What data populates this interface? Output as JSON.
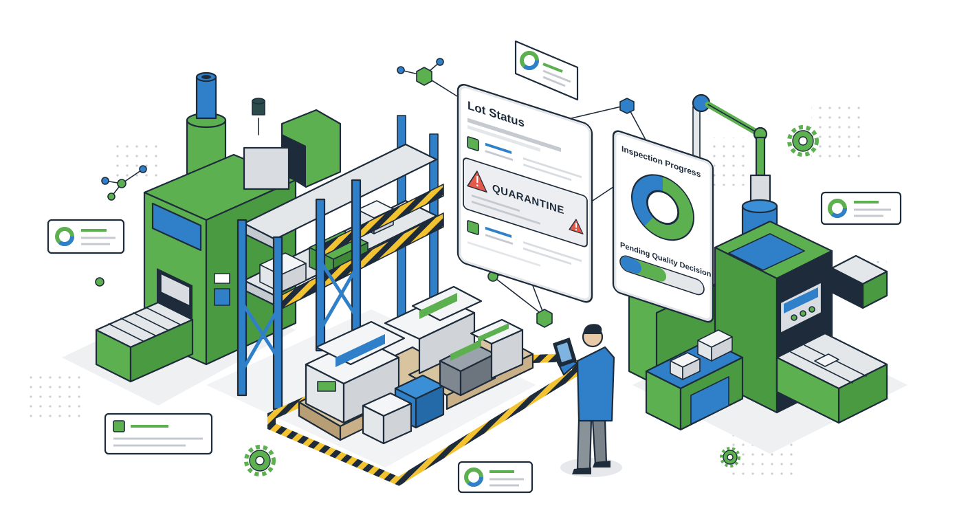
{
  "lot_status_panel": {
    "title": "Lot Status",
    "alert_label": "QUARANTINE"
  },
  "inspection_panel": {
    "title": "Inspection Progress",
    "status_label": "Pending Quality Decision",
    "donut_green_fraction": 0.6,
    "progress_fraction": 0.55
  },
  "colors": {
    "green": "#5cb050",
    "blue": "#2f80c8",
    "navy": "#1d2b3a",
    "gray": "#d9dde2",
    "hazard_yellow": "#f2c230",
    "pallet_tan": "#d9c4a0",
    "alert_red": "#e35a4a"
  },
  "icons": {
    "alert": "warning-triangle-icon",
    "donut": "donut-chart-icon",
    "gear": "gear-icon",
    "cube": "cube-node-icon"
  }
}
